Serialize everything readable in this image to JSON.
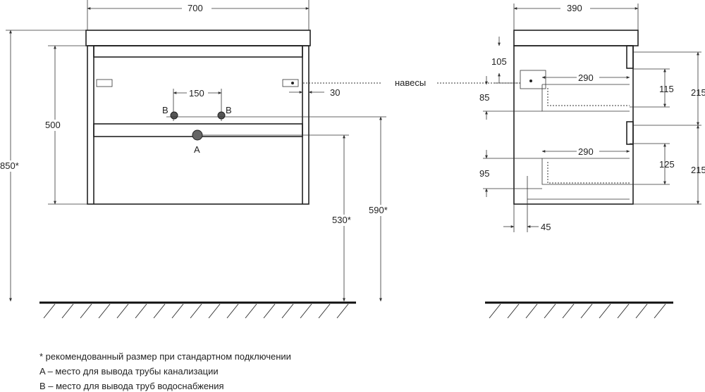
{
  "front": {
    "width": "700",
    "height_body": "500",
    "height_total": "850*",
    "pipe_spacing": "150",
    "hinge_offset": "30",
    "outlet_height": "530*",
    "supply_height": "590*",
    "label_a": "A",
    "label_b_left": "B",
    "label_b_right": "B"
  },
  "side": {
    "depth": "390",
    "hinge_label": "навесы",
    "d105": "105",
    "d290_top": "290",
    "d85": "85",
    "d115": "115",
    "d215_top": "215",
    "d290_bottom": "290",
    "d95": "95",
    "d125": "125",
    "d215_bottom": "215",
    "d45": "45"
  },
  "notes": [
    "* рекомендованный размер при стандартном подключении",
    "A – место для вывода трубы канализации",
    "B – место для вывода труб водоснабжения"
  ]
}
